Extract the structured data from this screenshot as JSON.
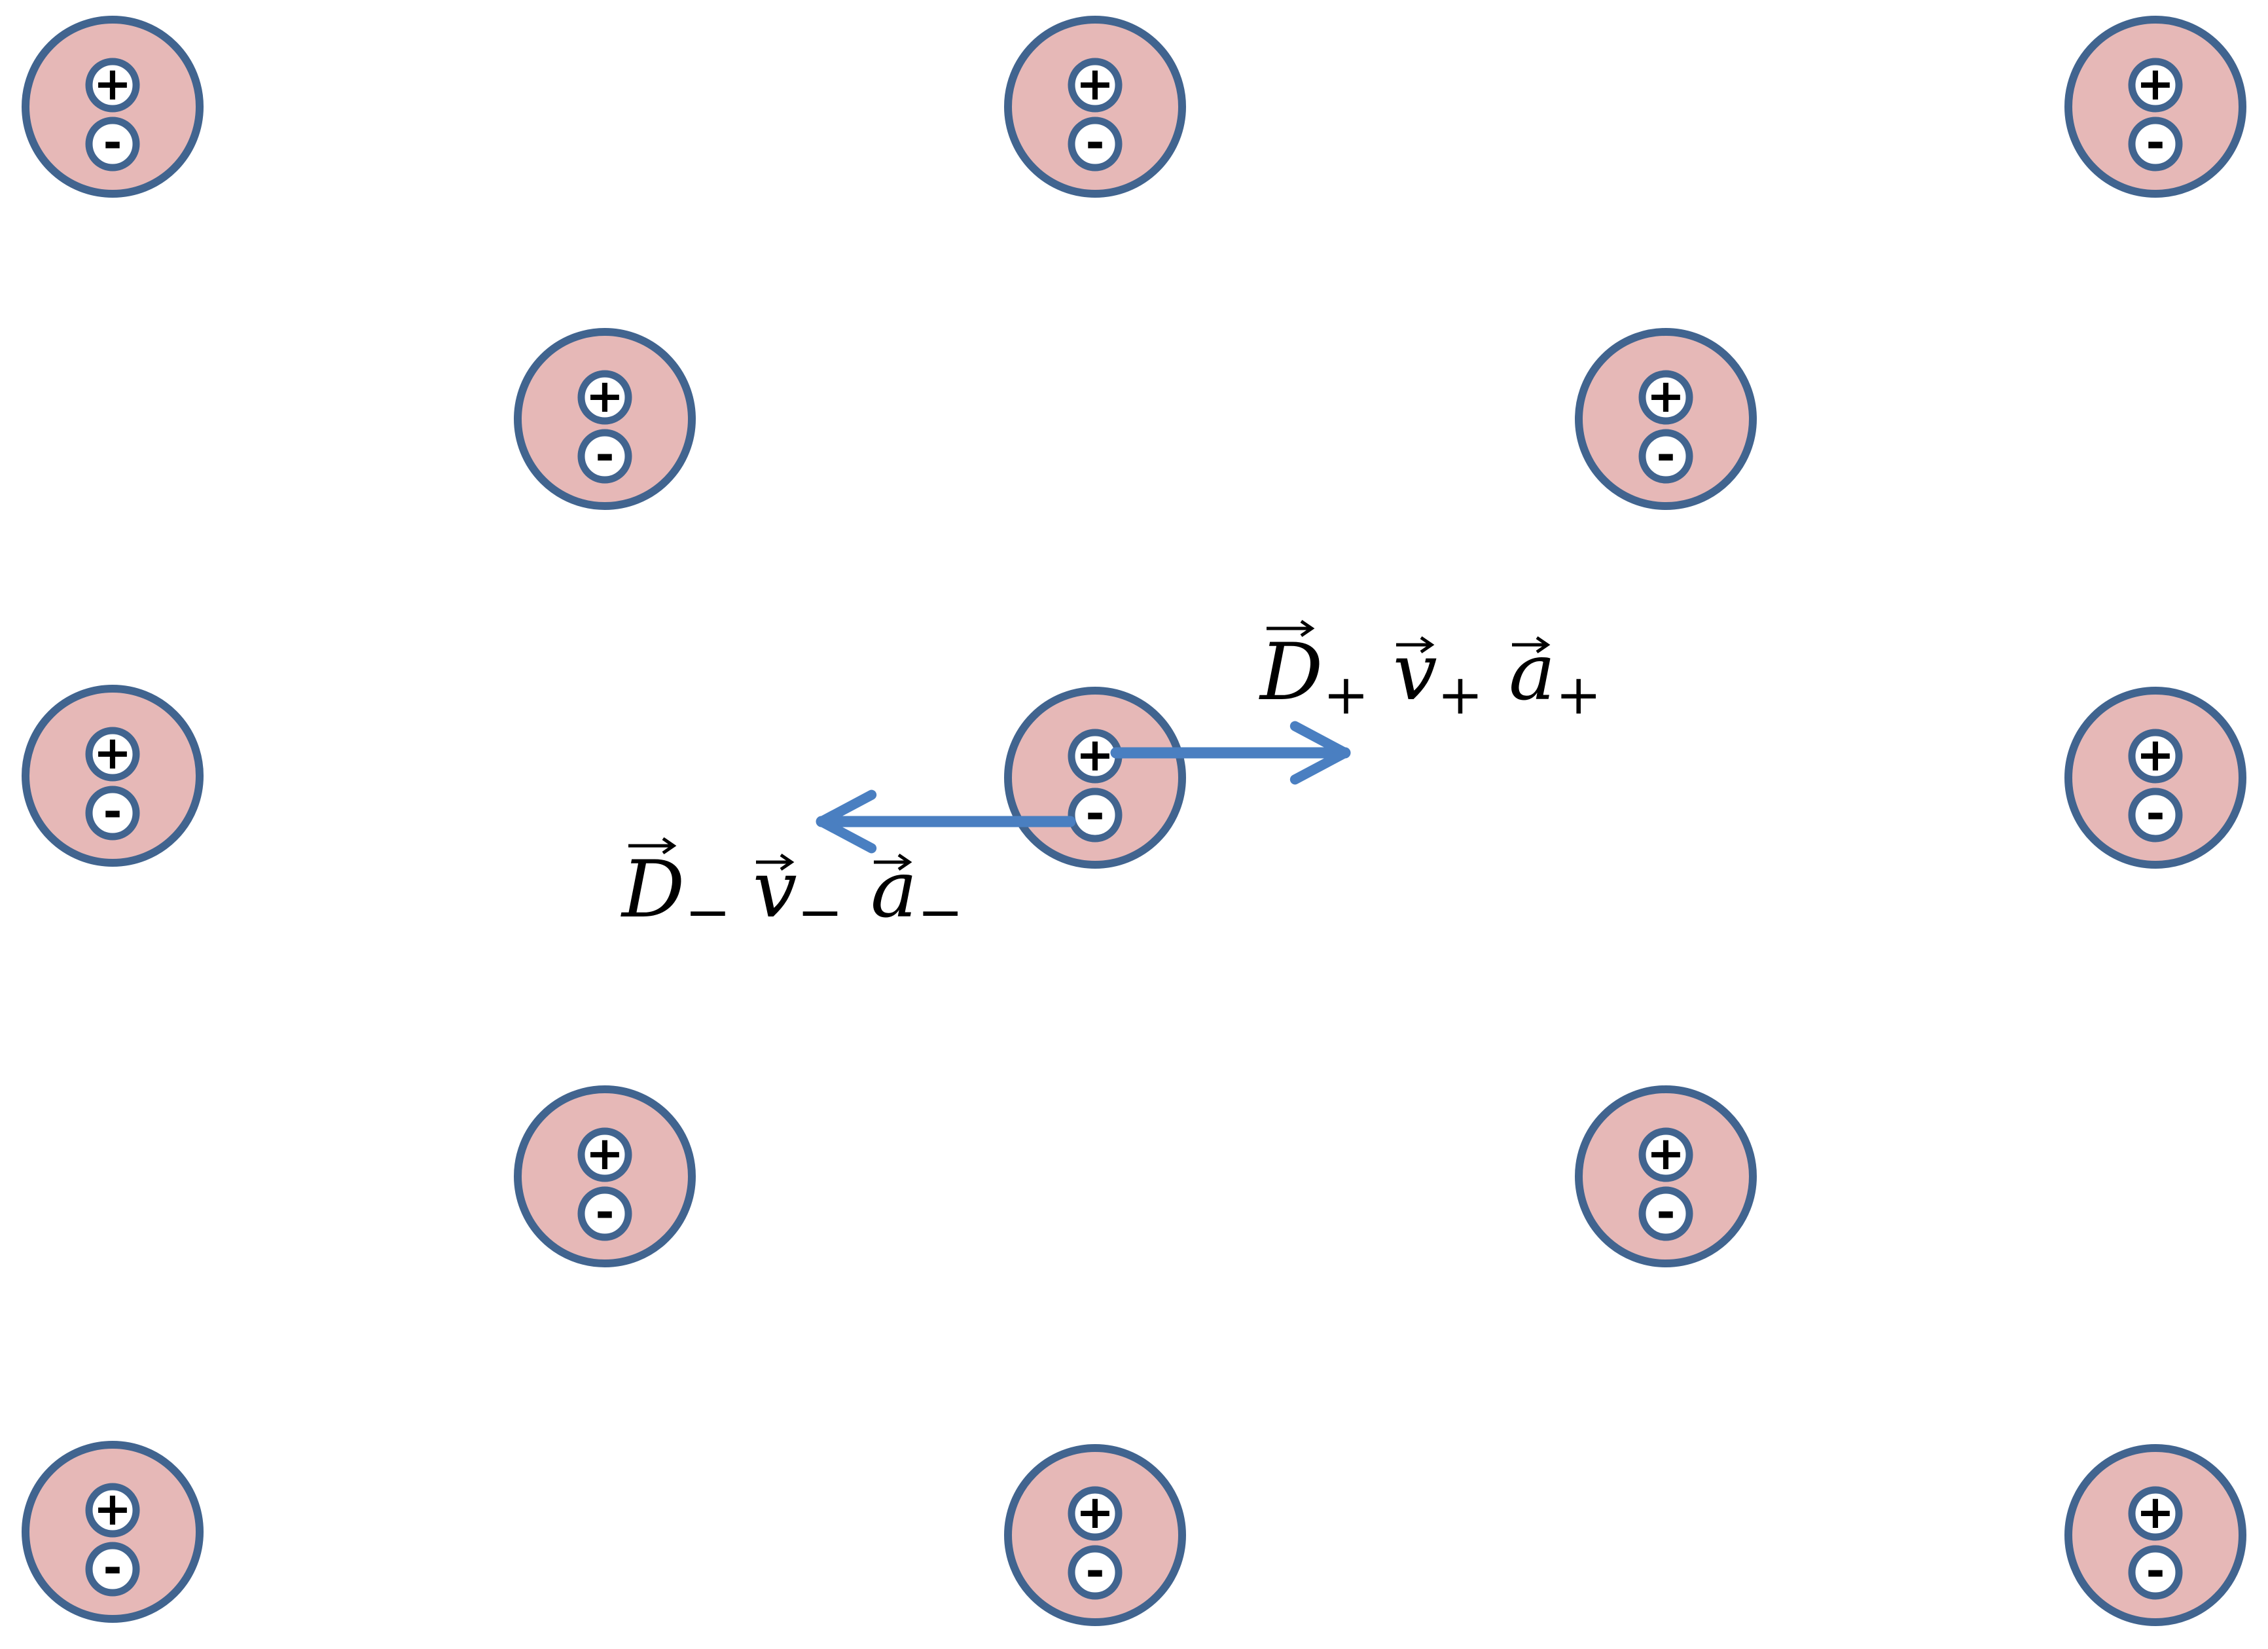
{
  "colors": {
    "atom_fill": "#e6b8b7",
    "outline": "#41648f",
    "arrow": "#4a7fc1",
    "text": "#000000",
    "background": "#ffffff"
  },
  "charges": {
    "positive": "+",
    "negative": "-"
  },
  "atoms_count": 13,
  "labels": {
    "upper": {
      "D": "D",
      "D_sub": "+",
      "v": "v",
      "v_sub": "+",
      "a": "a",
      "a_sub": "+"
    },
    "lower": {
      "D": "D",
      "D_sub": "−",
      "v": "v",
      "v_sub": "−",
      "a": "a",
      "a_sub": "−"
    }
  }
}
